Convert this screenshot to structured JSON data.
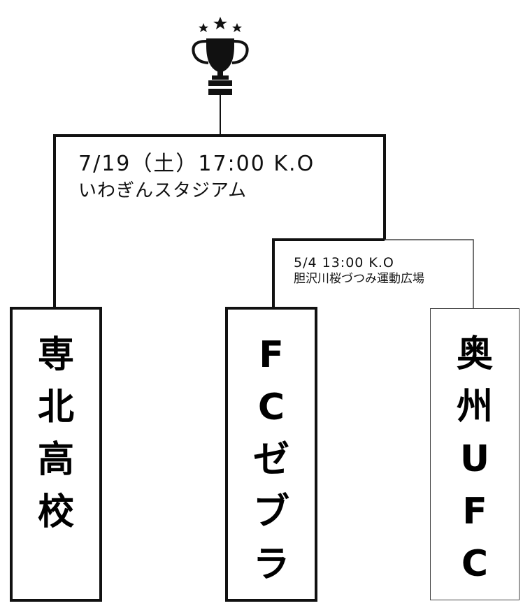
{
  "final": {
    "datetime": "7/19（土）17:00 K.O",
    "venue": "いわぎんスタジアム"
  },
  "semifinal": {
    "datetime": "5/4 13:00 K.O",
    "venue": "胆沢川桜づつみ運動広場"
  },
  "teams": [
    {
      "name": "専北高校",
      "chars": [
        "専",
        "北",
        "高",
        "校"
      ]
    },
    {
      "name": "FCゼブラ",
      "chars": [
        "F",
        "C",
        "ゼ",
        "ブ",
        "ラ"
      ]
    },
    {
      "name": "奥州UFC",
      "chars": [
        "奥",
        "州",
        "U",
        "F",
        "C"
      ]
    }
  ],
  "trophy_icon": "trophy-icon",
  "star_icon": "star-icon",
  "colors": {
    "line": "#111111",
    "thin_line": "#444444",
    "background": "#ffffff"
  }
}
